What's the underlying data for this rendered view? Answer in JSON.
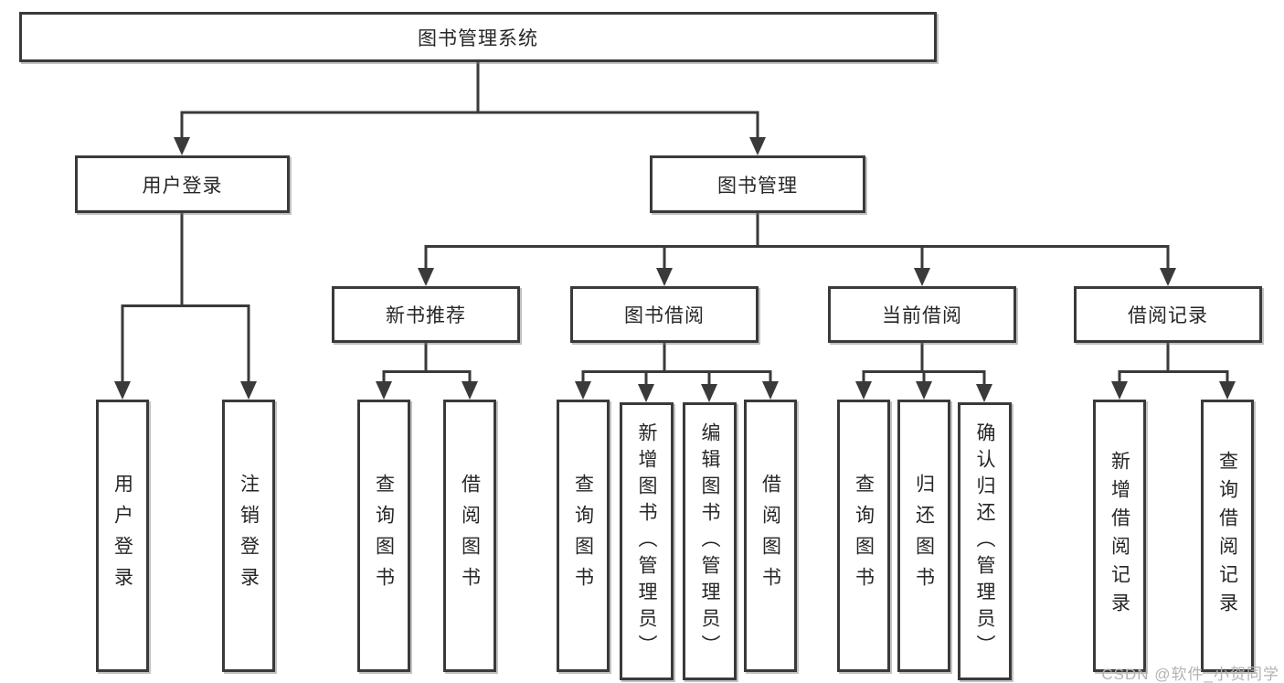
{
  "diagram": {
    "nodes": {
      "root": "图书管理系统",
      "user_login": "用户登录",
      "book_management": "图书管理",
      "new_book_recommend": "新书推荐",
      "book_borrow": "图书借阅",
      "current_borrow": "当前借阅",
      "borrow_records": "借阅记录",
      "leaf_user_login": "用户登录",
      "leaf_logout": "注销登录",
      "leaf_query_book_recommend": "查询图书",
      "leaf_borrow_book_recommend": "借阅图书",
      "leaf_query_book_borrow": "查询图书",
      "leaf_add_book_admin": "新增图书（管理员）",
      "leaf_edit_book_admin": "编辑图书（管理员）",
      "leaf_borrow_book_borrow": "借阅图书",
      "leaf_query_book_current": "查询图书",
      "leaf_return_book": "归还图书",
      "leaf_confirm_return_admin": "确认归还（管理员）",
      "leaf_add_borrow_record": "新增借阅记录",
      "leaf_query_borrow_record": "查询借阅记录"
    },
    "colors": {
      "line": "#3a3a3a",
      "box_border": "#3a3a3a",
      "text": "#262626",
      "background": "#ffffff",
      "watermark_text": "#b3b3b3"
    }
  },
  "watermark": "CSDN @软件_小贺同学"
}
